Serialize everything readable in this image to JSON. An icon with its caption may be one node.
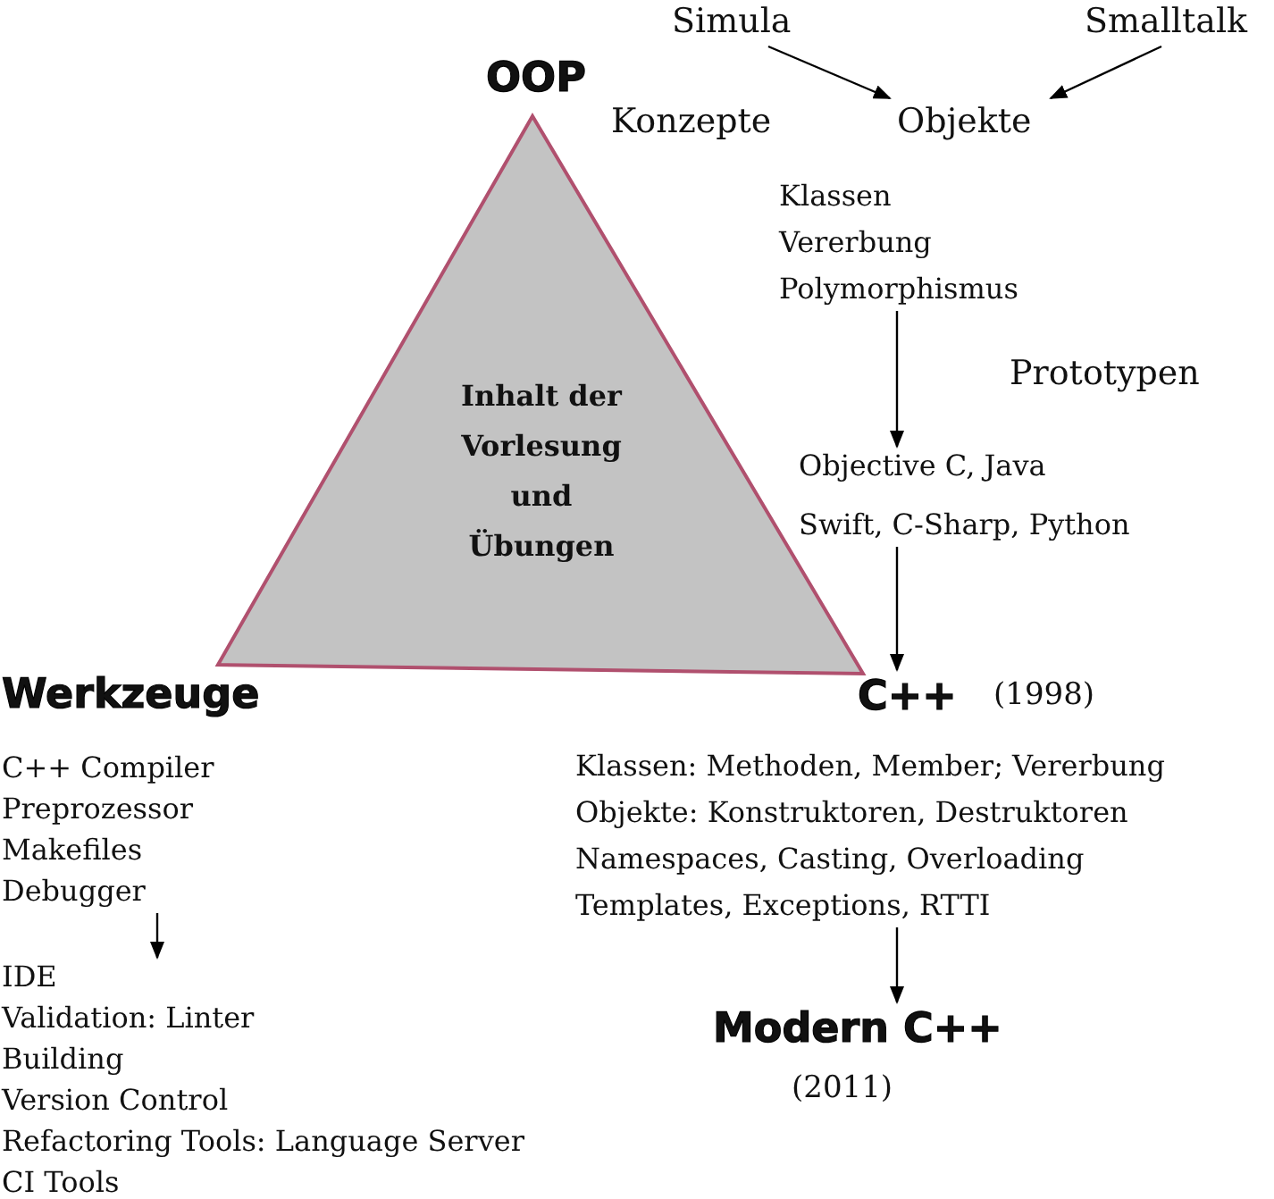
{
  "diagram": {
    "nodes": [
      {
        "text": [
          "Inhalt der Vorlesung und Übungen"
        ]
      },
      {
        "text": [
          "Simula"
        ]
      },
      {
        "text": [
          "Smalltalk"
        ]
      },
      {
        "text": [
          "Objekte"
        ]
      },
      {
        "text": [
          "Klassen",
          "Vererbung",
          "Polymorphismus"
        ]
      },
      {
        "text": [
          "Objective C, Java",
          "Swift, C-Sharp, Python"
        ]
      },
      {
        "text": [
          "C++"
        ],
        "beside": [
          "(1998)"
        ]
      },
      {
        "text": [
          "Klassen: Methoden, Member; Vererbung",
          "Objekte: Konstruktoren, Destruktoren",
          "Namespaces, Casting, Overloading",
          "Templates, Exceptions, RTTI"
        ]
      },
      {
        "text": [
          "Modern C++"
        ],
        "beside": [
          "(2011)"
        ]
      },
      {
        "text": [
          "C++ Compiler",
          "Preprozessor",
          "Makefiles",
          "Debugger"
        ]
      },
      {
        "text": [
          "IDE",
          "Validation: Linter",
          "Building",
          "Version Control",
          "Refactoring Tools: Language Server",
          "CI Tools"
        ]
      }
    ],
    "edges": [
      {
        "from": 1,
        "to": 3,
        "arrow": "to"
      },
      {
        "from": 2,
        "to": 3,
        "arrow": "to"
      },
      {
        "from": 4,
        "to": 5,
        "arrow": "to"
      },
      {
        "from": 5,
        "to": 6,
        "arrow": "to"
      },
      {
        "from": 7,
        "to": 8,
        "arrow": "to"
      },
      {
        "from": 9,
        "to": 10,
        "arrow": "to"
      }
    ],
    "labels": [
      "OOP",
      "Konzepte",
      "Prototypen",
      "Werkzeuge"
    ]
  }
}
